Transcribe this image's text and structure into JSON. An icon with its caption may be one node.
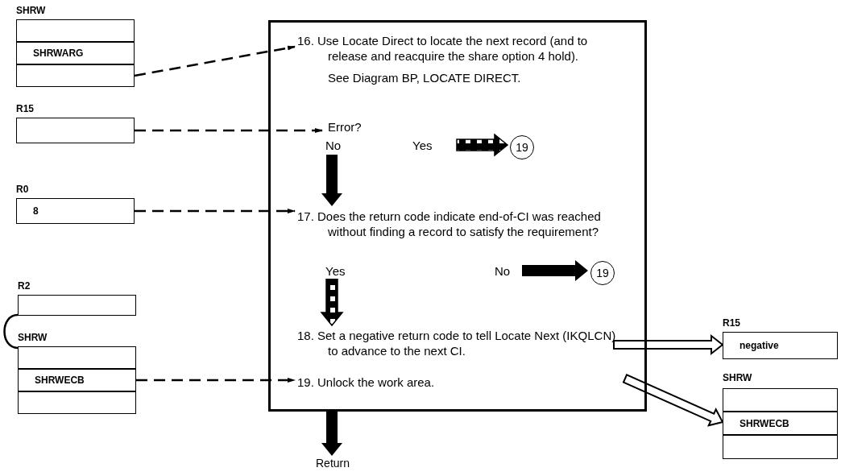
{
  "diagram": {
    "nodes": [
      {
        "text": [
          "SHRW"
        ]
      },
      {
        "text": [],
        "shape": "box",
        "in": 0
      },
      {
        "text": [
          "SHRWARG"
        ],
        "in": 0
      },
      {
        "text": [],
        "shape": "box",
        "in": 0
      },
      {
        "text": [
          "R15"
        ]
      },
      {
        "text": [
          "R0",
          "8"
        ]
      },
      {
        "text": [
          "R2"
        ]
      },
      {
        "text": [
          "SHRW"
        ]
      },
      {
        "text": [],
        "shape": "box",
        "in": 7
      },
      {
        "text": [
          "SHRWECB"
        ],
        "in": 7
      },
      {
        "text": [],
        "shape": "box",
        "in": 7
      },
      {
        "text": [],
        "shape": "box"
      },
      {
        "text": [
          "16. Use Locate Direct to locate the next record (and to release and reacquire the share option 4 hold).",
          "See Diagram BP, LOCATE DIRECT."
        ],
        "in": 11
      },
      {
        "text": [
          "Error?"
        ],
        "in": 11
      },
      {
        "text": [
          "17. Does the return code indicate end-of-CI was reached without finding a record to satisfy the requirement?"
        ],
        "in": 11
      },
      {
        "text": [
          "19"
        ],
        "in": 11
      },
      {
        "text": [
          "19"
        ],
        "in": 11
      },
      {
        "text": [
          "18. Set a negative return code to tell Locate Next (IKQLCN) to advance to the next CI."
        ],
        "in": 11
      },
      {
        "text": [
          "19. Unlock the work area."
        ],
        "in": 11
      },
      {
        "text": [
          "Return"
        ]
      },
      {
        "text": [
          "R15",
          "negative"
        ]
      },
      {
        "text": [
          "SHRW"
        ]
      },
      {
        "text": [],
        "shape": "box",
        "in": 21
      },
      {
        "text": [
          "SHRWECB"
        ],
        "in": 21
      },
      {
        "text": [],
        "shape": "box",
        "in": 21
      }
    ],
    "edges": [
      {
        "from": 3,
        "to": 12,
        "arrow": "to",
        "style": "dashed"
      },
      {
        "from": 4,
        "to": 13,
        "arrow": "to",
        "style": "dashed"
      },
      {
        "from": 5,
        "to": 14,
        "arrow": "to",
        "style": "dashed"
      },
      {
        "from": 9,
        "to": 18,
        "arrow": "to",
        "style": "dashed"
      },
      {
        "from": 6,
        "to": 7,
        "arrow": "none"
      },
      {
        "from": 13,
        "to": 14,
        "arrow": "to",
        "label": "No",
        "style": "thick"
      },
      {
        "from": null,
        "to": 15,
        "arrow": "to",
        "label": "Yes",
        "style": "dashed"
      },
      {
        "from": 14,
        "to": 17,
        "arrow": "to",
        "label": "Yes",
        "style": "dashed"
      },
      {
        "from": 14,
        "to": 16,
        "arrow": "to",
        "label": "No",
        "style": "thick"
      },
      {
        "from": 11,
        "to": 19,
        "arrow": "to",
        "style": "thick"
      },
      {
        "from": 17,
        "to": 20,
        "arrow": "to"
      },
      {
        "from": null,
        "to": 23,
        "arrow": "to"
      }
    ]
  }
}
